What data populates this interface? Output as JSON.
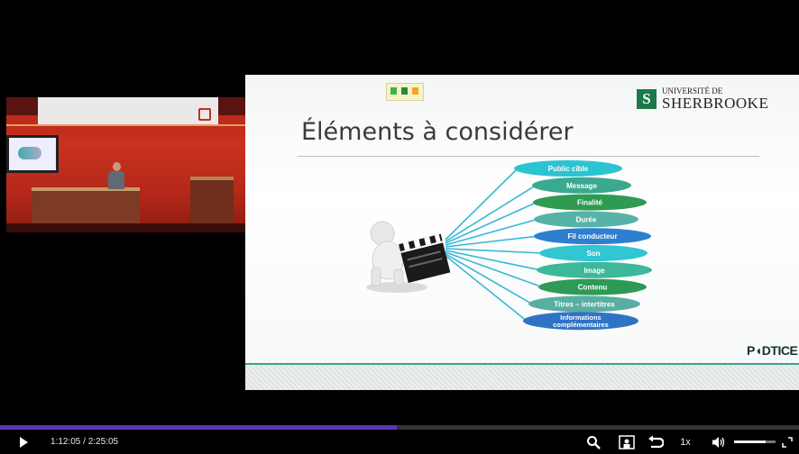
{
  "slide": {
    "title": "Éléments à considérer",
    "university_top": "UNIVERSITÉ DE",
    "university_name": "SHERBROOKE",
    "logo_mark": "S",
    "footer_logo": "P◖DTICE",
    "items": [
      {
        "label": "Public cible",
        "color": "#2bc4d2"
      },
      {
        "label": "Message",
        "color": "#3aa98f"
      },
      {
        "label": "Finalité",
        "color": "#2e9a52"
      },
      {
        "label": "Durée",
        "color": "#56b3a6"
      },
      {
        "label": "Fil conducteur",
        "color": "#2f7fd0"
      },
      {
        "label": "Son",
        "color": "#32c6d2"
      },
      {
        "label": "Image",
        "color": "#3db89a"
      },
      {
        "label": "Contenu",
        "color": "#2f9a55"
      },
      {
        "label": "Titres – intertitres",
        "color": "#58aea0"
      },
      {
        "label": "Informations complémentaires",
        "color": "#2f74c4"
      }
    ]
  },
  "controls": {
    "time": "1:12:05 / 2:25:05",
    "progress_fraction": 0.497,
    "speed_label": "1x",
    "volume_fraction": 0.75,
    "icons": [
      "play-icon",
      "search-icon",
      "presenter-layout-icon",
      "replay-icon",
      "volume-icon",
      "fullscreen-icon"
    ]
  }
}
